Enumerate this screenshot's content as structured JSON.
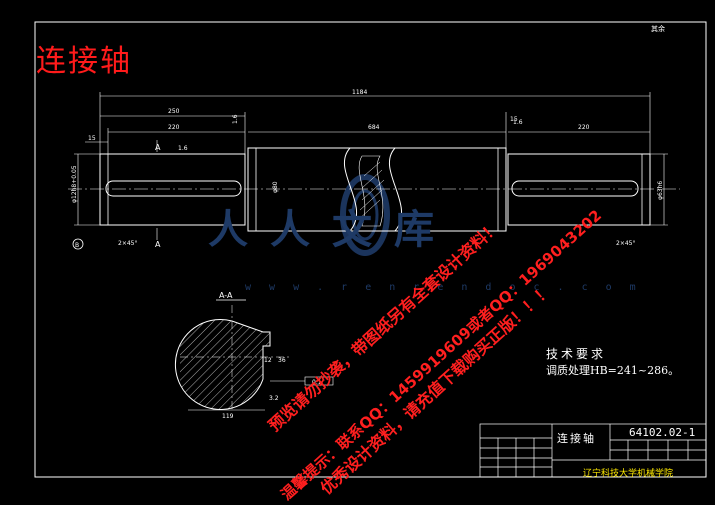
{
  "drawing": {
    "title": "连接轴",
    "section_label": "A-A",
    "section_mark_a": "A",
    "datum_b": "B",
    "tech_requirements_title": "技术要求",
    "tech_requirements_line": "调质处理HB=241~286。",
    "corner_mark": "其余",
    "dims": {
      "overall": "1184",
      "left_len": "250",
      "left_inner": "220",
      "mid": "684",
      "right_len": "220",
      "left_offset": "15",
      "right_offset": "15",
      "left_dia": "φ12h8+0.05",
      "right_dia": "φ63h6",
      "mid_dia": "φ80",
      "chamfer_left": "2×45°",
      "chamfer_right": "2×45°",
      "roughness_top_left": "1.6",
      "roughness_top_right": "1.6",
      "roughness_mid": "1.6",
      "section_key_a": "12",
      "section_key_b": "36",
      "section_width": "119",
      "section_tol": "0.1",
      "section_rough": "3.2"
    }
  },
  "title_block": {
    "part_name": "连接轴",
    "drawing_code": "64102.02-1",
    "school": "辽宁科技大学机械学院"
  },
  "watermark": {
    "logo_text": "人人文库",
    "url": "w w w . r e n r e n d o c . c o m",
    "line1": "预览请勿抄袭，带图纸另有全套设计资料！",
    "line2": "温馨提示：联系QQ：1459919609或者QQ：1969043202",
    "line3": "优秀设计资料，请充值下载购买正版！！！"
  },
  "colors": {
    "background": "#000000",
    "linework": "#ffffff",
    "accent_red": "#ff1b1b",
    "watermark_blue": "#1e3a66",
    "school_text": "#ffea00",
    "hatch": "#ffffff"
  }
}
